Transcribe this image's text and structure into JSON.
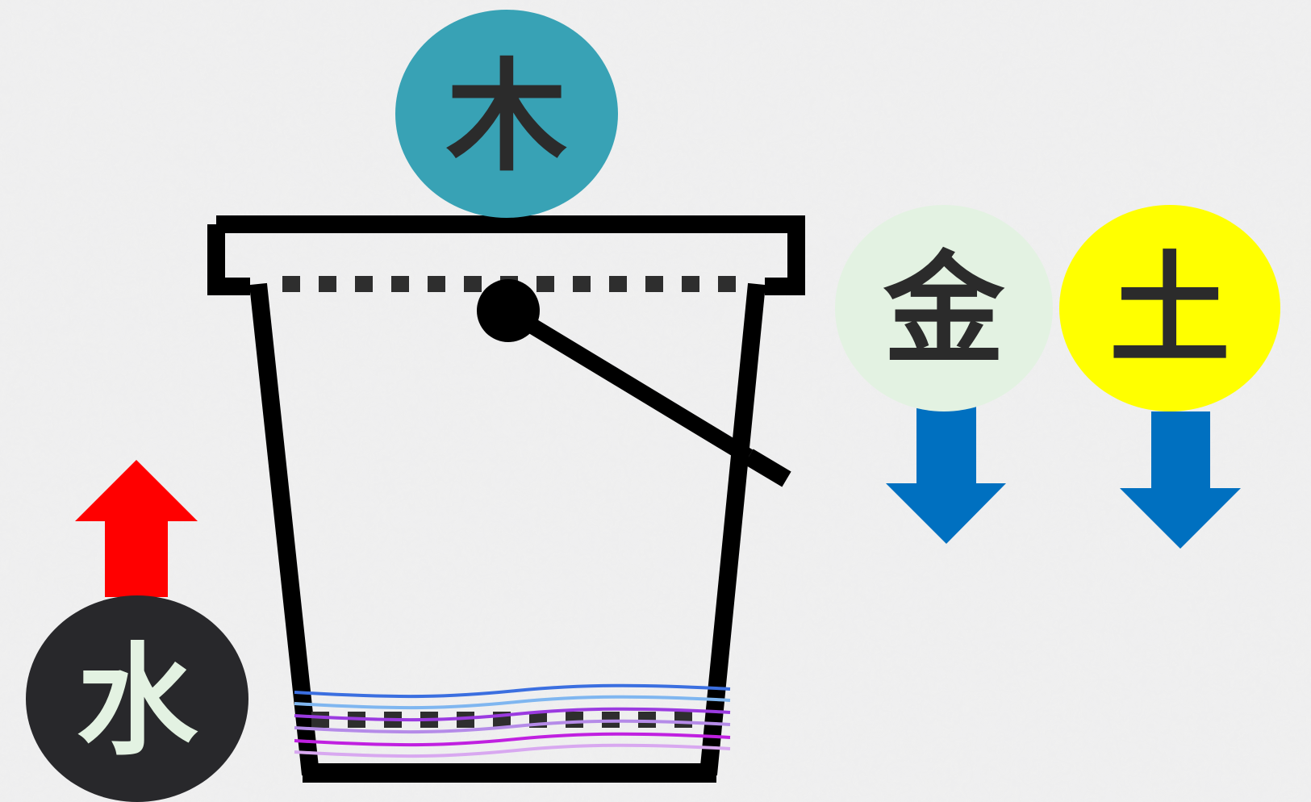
{
  "elements": {
    "wood": {
      "label": "木",
      "color": "#38a2b5",
      "text_color": "#2b2b2b"
    },
    "metal": {
      "label": "金",
      "color": "#e3f2e2",
      "text_color": "#2b2b2b"
    },
    "earth": {
      "label": "土",
      "color": "#ffff00",
      "text_color": "#2b2b2b"
    },
    "water": {
      "label": "水",
      "color": "#28282b",
      "text_color": "#e3f2e2"
    }
  },
  "arrows": {
    "up": {
      "color": "#ff0000",
      "direction": "up"
    },
    "down": {
      "color": "#0070c0",
      "direction": "down"
    }
  },
  "bucket": {
    "stroke_color": "#000000",
    "water_line_colors": [
      "#3b6fe0",
      "#7fb6f0",
      "#9b3be0",
      "#b58be8",
      "#c020e0",
      "#d8a8f0"
    ]
  },
  "background": "#ededed"
}
